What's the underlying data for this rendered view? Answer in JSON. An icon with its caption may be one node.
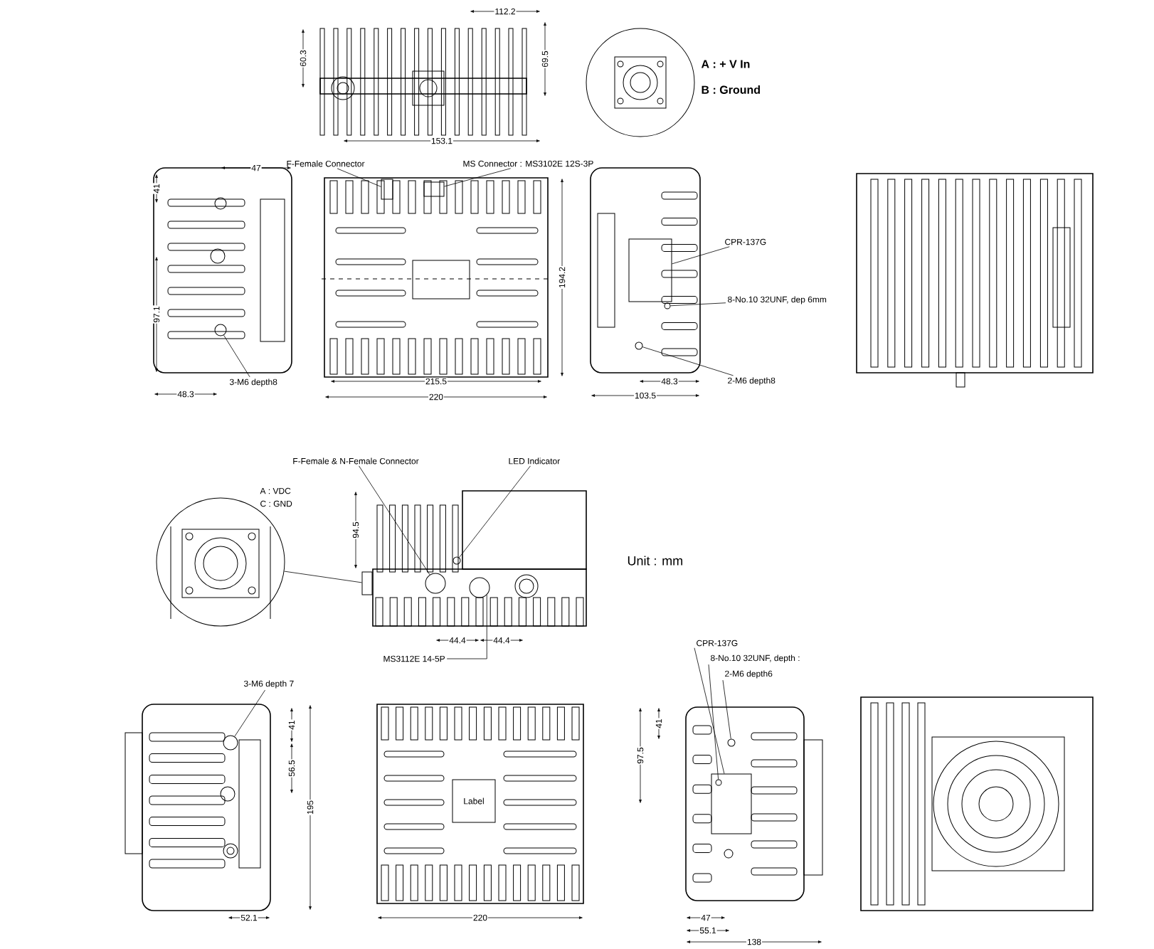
{
  "diagram": {
    "nodes": [
      {
        "text": [
          "F-Female Connector"
        ]
      },
      {
        "text": [],
        "shape": "box"
      },
      {
        "text": [
          "MS Connector : MS3102E 12S-3P"
        ]
      },
      {
        "text": [],
        "shape": "box"
      },
      {
        "text": [
          "3-M6 depth8"
        ]
      },
      {
        "text": [],
        "shape": "circle"
      },
      {
        "text": [
          "CPR-137G"
        ]
      },
      {
        "text": [],
        "shape": "box"
      },
      {
        "text": [
          "8-No.10 32UNF, dep 6mm"
        ]
      },
      {
        "text": [],
        "shape": "circle"
      },
      {
        "text": [
          "2-M6 depth8"
        ]
      },
      {
        "text": [],
        "shape": "circle"
      },
      {
        "text": [
          "F-Female & N-Female Connector"
        ]
      },
      {
        "text": [],
        "shape": "circle"
      },
      {
        "text": [
          "LED Indicator"
        ]
      },
      {
        "text": [],
        "shape": "circle"
      },
      {
        "text": [
          "MS3112E 14-5P"
        ]
      },
      {
        "text": [],
        "shape": "circle"
      },
      {
        "text": [
          "3-M6 depth 7"
        ]
      },
      {
        "text": [],
        "shape": "circle"
      },
      {
        "text": [
          "CPR-137G"
        ]
      },
      {
        "text": [],
        "shape": "box"
      },
      {
        "text": [
          "8-No.10 32UNF, depth :"
        ]
      },
      {
        "text": [],
        "shape": "circle",
        "in": 21
      },
      {
        "text": [
          "2-M6 depth6"
        ]
      },
      {
        "text": [],
        "shape": "circle"
      },
      {
        "text": [],
        "shape": "circle",
        "beside": [
          "A : VDC",
          "C : GND"
        ]
      },
      {
        "text": [],
        "shape": "box"
      }
    ],
    "edges": [
      {
        "from": 0,
        "to": 1,
        "arrow": "none"
      },
      {
        "from": 2,
        "to": 3,
        "arrow": "none"
      },
      {
        "from": 4,
        "to": 5,
        "arrow": "none"
      },
      {
        "from": 6,
        "to": 7,
        "arrow": "none"
      },
      {
        "from": 8,
        "to": 9,
        "arrow": "none"
      },
      {
        "from": 10,
        "to": 11,
        "arrow": "none"
      },
      {
        "from": 12,
        "to": 13,
        "arrow": "none"
      },
      {
        "from": 14,
        "to": 15,
        "arrow": "none"
      },
      {
        "from": 16,
        "to": 17,
        "arrow": "none"
      },
      {
        "from": 18,
        "to": 19,
        "arrow": "none"
      },
      {
        "from": 20,
        "to": 21,
        "arrow": "none"
      },
      {
        "from": 22,
        "to": 23,
        "arrow": "none"
      },
      {
        "from": 24,
        "to": 25,
        "arrow": "none"
      },
      {
        "from": 26,
        "to": 27,
        "arrow": "none"
      }
    ],
    "labels": [
      "112.2",
      "60.3",
      "69.5",
      "153.1",
      "A : + V In",
      "B : Ground",
      "47",
      "41",
      "97.1",
      "48.3",
      "215.5",
      "220",
      "194.2",
      "48.3",
      "103.5",
      "94.5",
      "44.4",
      "44.4",
      "Unit : mm",
      "41",
      "56.5",
      "195",
      "52.1",
      "220",
      "Label",
      "41",
      "97.5",
      "47",
      "55.1",
      "138"
    ]
  }
}
